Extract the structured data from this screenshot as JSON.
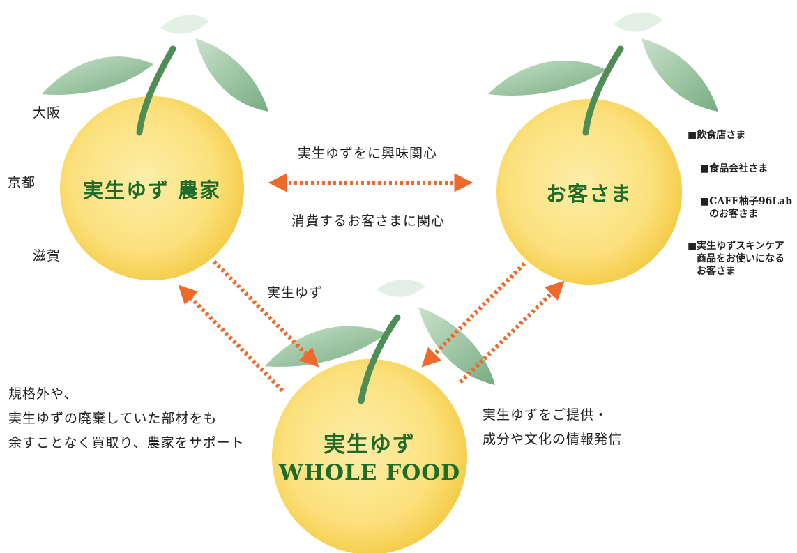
{
  "farmer": {
    "title": "実生ゆず 農家",
    "regions": [
      "大阪",
      "京都",
      "滋賀"
    ]
  },
  "customer": {
    "title": "お客さま",
    "segments": [
      {
        "text": "■飲食店さま"
      },
      {
        "text": "■食品会社さま"
      },
      {
        "text": "■CAFE柚子96Lab",
        "sub": [
          "のお客さま"
        ]
      },
      {
        "text": "■実生ゆずスキンケア",
        "sub": [
          "商品をお使いになる",
          "お客さま"
        ]
      }
    ]
  },
  "wholefood": {
    "title_line1": "実生ゆず",
    "title_line2": "WHOLE FOOD"
  },
  "arrows": {
    "top_label_upper": "実生ゆずをに興味関心",
    "top_label_lower": "消費するお客さまに関心",
    "left_label": "実生ゆず",
    "left_description": [
      "規格外や、",
      "実生ゆずの廃棄していた部材をも",
      "余すことなく買取り、農家をサポート"
    ],
    "right_description": [
      "実生ゆずをご提供・",
      "成分や文化の情報発信"
    ]
  },
  "colors": {
    "arrow": "#ee6a2c",
    "fruit_center": "#fbe07c",
    "fruit_edge": "#f3c940",
    "leaf": "#5f9e6a",
    "title_green": "#1f6b2a"
  }
}
